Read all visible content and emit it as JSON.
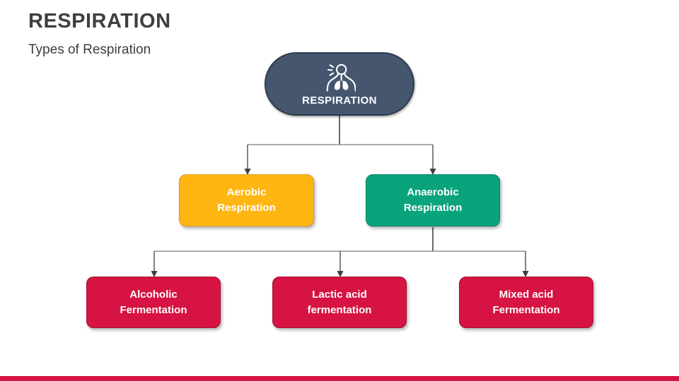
{
  "slide": {
    "title": "RESPIRATION",
    "subtitle": "Types of Respiration"
  },
  "diagram": {
    "root": {
      "label": "RESPIRATION",
      "icon": "breathing-person-lungs-icon",
      "color": "#45566e",
      "border_color": "#2e3b4e"
    },
    "level1": [
      {
        "id": "aerobic",
        "lines": [
          "Aerobic",
          "Respiration"
        ],
        "label": "Aerobic Respiration",
        "color": "#ffb612"
      },
      {
        "id": "anaerobic",
        "lines": [
          "Anaerobic",
          "Respiration"
        ],
        "label": "Anaerobic Respiration",
        "color": "#0aa37c"
      }
    ],
    "level2": [
      {
        "lines": [
          "Alcoholic",
          "Fermentation"
        ],
        "label": "Alcoholic Fermentation",
        "color": "#d61342"
      },
      {
        "lines": [
          "Lactic acid",
          "fermentation"
        ],
        "label": "Lactic acid fermentation",
        "color": "#d61342"
      },
      {
        "lines": [
          "Mixed acid",
          "Fermentation"
        ],
        "label": "Mixed acid Fermentation",
        "color": "#d61342"
      }
    ],
    "connector_color": "#6e6e6e",
    "arrow_color": "#3f3f3f"
  },
  "footer": {
    "bar_color": "#d61342"
  }
}
